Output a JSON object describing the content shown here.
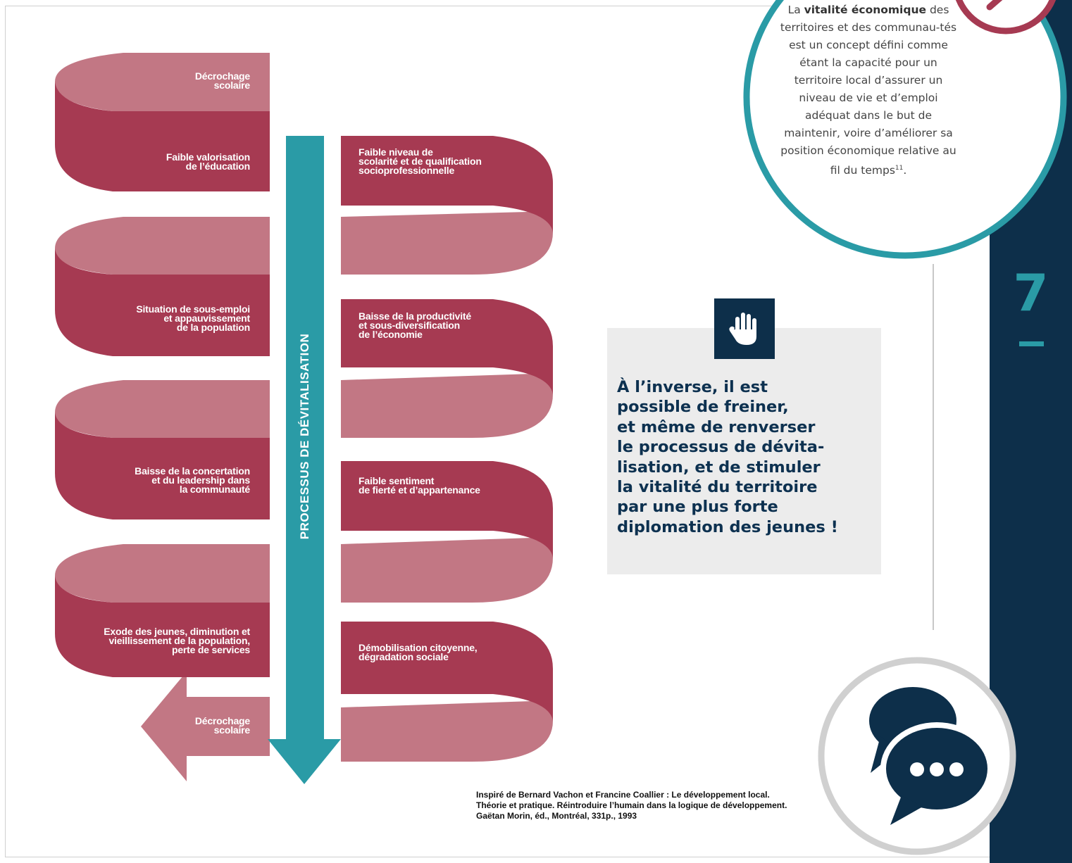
{
  "diagram": {
    "axis_label": "PROCESSUS DE DÉVITALISATION",
    "top_label": "Décrochage\nscolaire",
    "left_labels": [
      "Faible valorisation\nde l’éducation",
      "Situation de sous-emploi\net appauvissement\nde la population",
      "Baisse de la concertation\net du leadership dans\nla communauté",
      "Exode des jeunes, diminution et\nvieillissement de la population,\nperte de services"
    ],
    "right_labels": [
      "Faible niveau de\nscolarité et de qualification\nsocioprofessionnelle",
      "Baisse de la productivité\net sous-diversification\nde l’économie",
      "Faible sentiment\nde fierté et d’appartenance",
      "Démobilisation citoyenne,\ndégradation sociale"
    ],
    "bottom_label": "Décrochage\nscolaire",
    "colors": {
      "ribbon_dark": "#a63a52",
      "ribbon_light": "#c27784",
      "arrow": "#2a9ba6"
    }
  },
  "definition": {
    "prefix": "La ",
    "keyword": "vitalité économique",
    "text": " des territoires et des communau-tés est un concept défini comme étant la capacité pour un territoire local d’assurer un niveau de vie et d’emploi adéquat dans le but de maintenir, voire d’améliorer sa position économique relative au fil du temps",
    "footnote": "11",
    "end": "."
  },
  "callout": {
    "icon": "raised-hand-icon",
    "text": "À l’inverse, il est\npossible de freiner,\net même de renverser\nle processus de dévita-\nlisation, et de stimuler\nla vitalité du territoire\npar une plus forte\ndiplomation des jeunes !"
  },
  "source": "Inspiré de Bernard Vachon et Francine Coallier : Le développement local.\nThéorie et pratique. Réintroduire l’humain dans la logique de développement.\nGaëtan Morin, éd., Montréal, 331p., 1993",
  "chapter_number": "7",
  "chat_icon": "chat-bubbles-icon",
  "brand_colors": {
    "navy": "#0d2f4a",
    "teal": "#2a9ba6",
    "crimson": "#a63a52"
  }
}
